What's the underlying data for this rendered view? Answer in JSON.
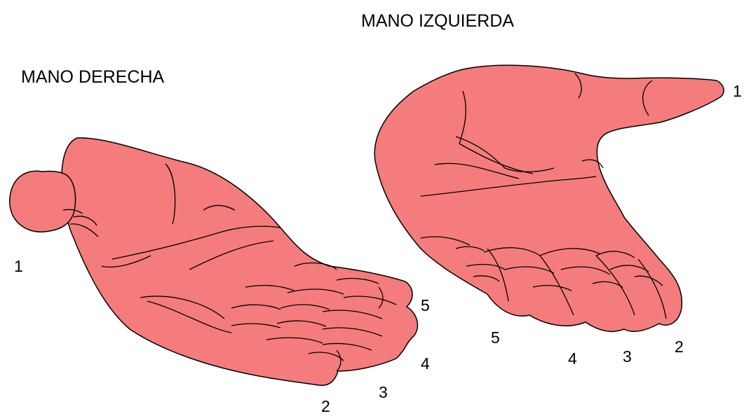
{
  "colors": {
    "skin": "#f47c7c",
    "outline": "#000000",
    "background": "#ffffff"
  },
  "right_hand": {
    "title": "MANO DERECHA",
    "finger_numbers": [
      "1",
      "2",
      "3",
      "4",
      "5"
    ]
  },
  "left_hand": {
    "title": "MANO IZQUIERDA",
    "finger_numbers": [
      "1",
      "2",
      "3",
      "4",
      "5"
    ]
  }
}
